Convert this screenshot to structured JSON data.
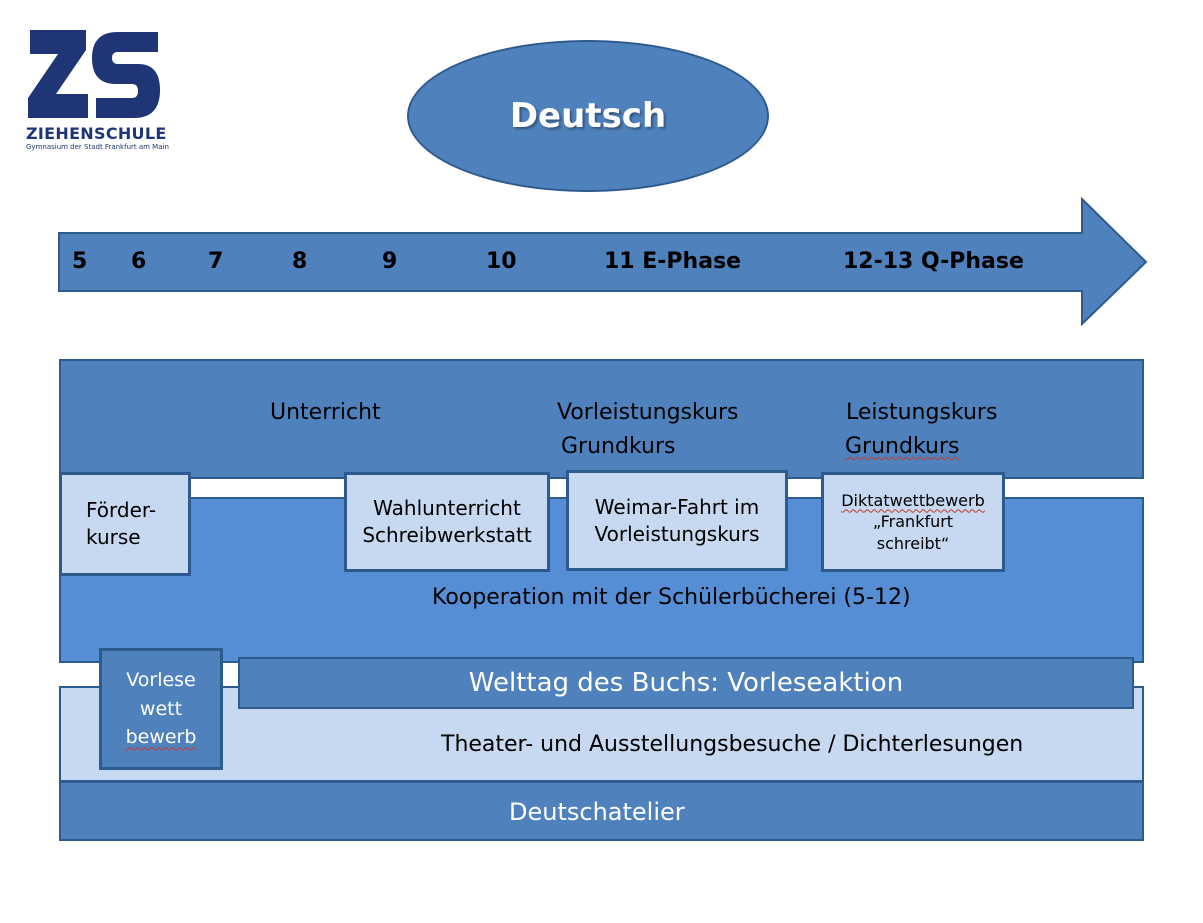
{
  "logo": {
    "mark": "ZS",
    "name": "ZIEHENSCHULE",
    "subtitle": "Gymnasium der Stadt Frankfurt am Main",
    "color": "#1f3575"
  },
  "title": "Deutsch",
  "timeline": {
    "ticks": [
      "5",
      "6",
      "7",
      "8",
      "9",
      "10",
      "11 E-Phase",
      "12-13 Q-Phase"
    ]
  },
  "unterricht_band": {
    "label_unterricht": "Unterricht",
    "label_vorleistungskurs": "Vorleistungskurs",
    "label_grundkurs_1": "Grundkurs",
    "label_leistungskurs": "Leistungskurs",
    "label_grundkurs_2": "Grundkurs"
  },
  "boxes": {
    "foerderkurse": {
      "line1": "Förder-",
      "line2": "kurse"
    },
    "wahlunterricht": {
      "line1": "Wahlunterricht",
      "line2": "Schreibwerkstatt"
    },
    "weimar": {
      "line1": "Weimar-Fahrt im",
      "line2": "Vorleistungskurs"
    },
    "diktat": {
      "line1": "Diktatwettbewerb",
      "line2": "„Frankfurt",
      "line3": "schreibt“"
    },
    "vorlese": {
      "line1": "Vorlese",
      "line2": "wett",
      "line3": "bewerb"
    }
  },
  "kooperation": "Kooperation mit der Schülerbücherei (5-12)",
  "welttag": "Welttag des Buchs: Vorleseaktion",
  "theater": "Theater- und Ausstellungsbesuche / Dichterlesungen",
  "atelier": "Deutschatelier",
  "colors": {
    "primary": "#4f81bd",
    "medium": "#558ed5",
    "light": "#c6d9f1",
    "border": "#2e5b8e"
  }
}
